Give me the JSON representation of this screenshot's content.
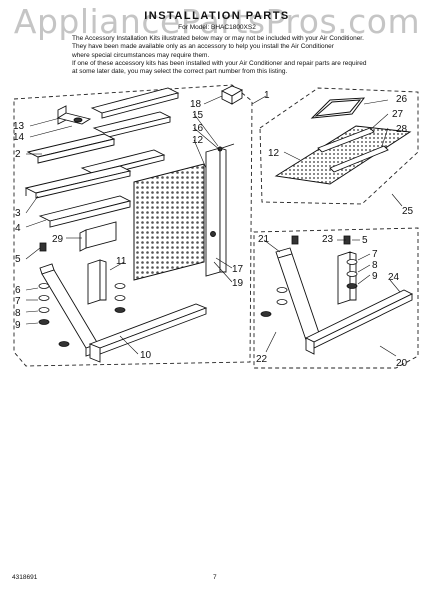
{
  "watermark": "AppliancePartsPros.com",
  "title": "INSTALLATION PARTS",
  "parts_for": "For Model: BHAC1800XS2",
  "intro_lines": [
    "The Accessory Installation Kits illustrated below may or may not be included with your Air Conditioner.",
    "They have been made available only as an accessory to help you install the Air Conditioner",
    "where special circumstances may require them.",
    "If one of these accessory kits has been installed with your Air Conditioner and repair parts are required",
    "at some later date, you may select the correct part number from this listing."
  ],
  "footer": {
    "doc_number": "4318691",
    "page": "7"
  },
  "callouts": {
    "n1": "1",
    "n2": "2",
    "n3": "3",
    "n4": "4",
    "n5": "5",
    "n6": "6",
    "n7": "7",
    "n8": "8",
    "n9": "9",
    "n10": "10",
    "n11": "11",
    "n12": "12",
    "n13": "13",
    "n14": "14",
    "n15": "15",
    "n16": "16",
    "n17": "17",
    "n18": "18",
    "n19": "19",
    "n20": "20",
    "n21": "21",
    "n22": "22",
    "n23": "23",
    "n24": "24",
    "n25": "25",
    "n26": "26",
    "n27": "27",
    "n28": "28",
    "n29": "29"
  }
}
